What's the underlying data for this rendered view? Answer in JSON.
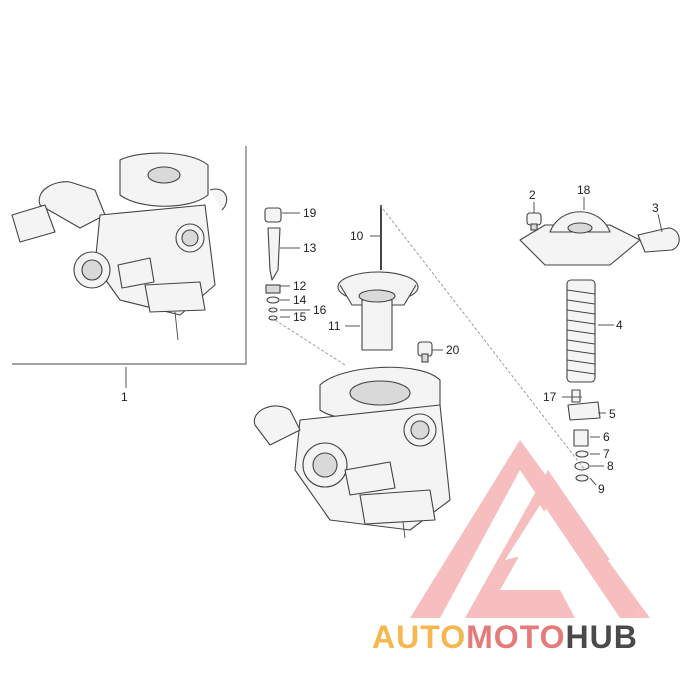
{
  "callouts": [
    {
      "id": "1",
      "label": "1"
    },
    {
      "id": "2",
      "label": "2"
    },
    {
      "id": "3",
      "label": "3"
    },
    {
      "id": "4",
      "label": "4"
    },
    {
      "id": "5",
      "label": "5"
    },
    {
      "id": "6",
      "label": "6"
    },
    {
      "id": "7",
      "label": "7"
    },
    {
      "id": "8",
      "label": "8"
    },
    {
      "id": "9",
      "label": "9"
    },
    {
      "id": "10",
      "label": "10"
    },
    {
      "id": "11",
      "label": "11"
    },
    {
      "id": "12",
      "label": "12"
    },
    {
      "id": "13",
      "label": "13"
    },
    {
      "id": "14",
      "label": "14"
    },
    {
      "id": "15",
      "label": "15"
    },
    {
      "id": "16",
      "label": "16"
    },
    {
      "id": "17",
      "label": "17"
    },
    {
      "id": "18",
      "label": "18"
    },
    {
      "id": "19",
      "label": "19"
    },
    {
      "id": "20",
      "label": "20"
    }
  ],
  "watermark": {
    "brand_part1": "AUTO",
    "brand_part2": "MOTO",
    "brand_part3": "HUB",
    "color_orange": "#f5a623",
    "color_red": "#e05a5a",
    "color_dark": "#2b2b2b",
    "logo_color": "#f08a8a"
  }
}
